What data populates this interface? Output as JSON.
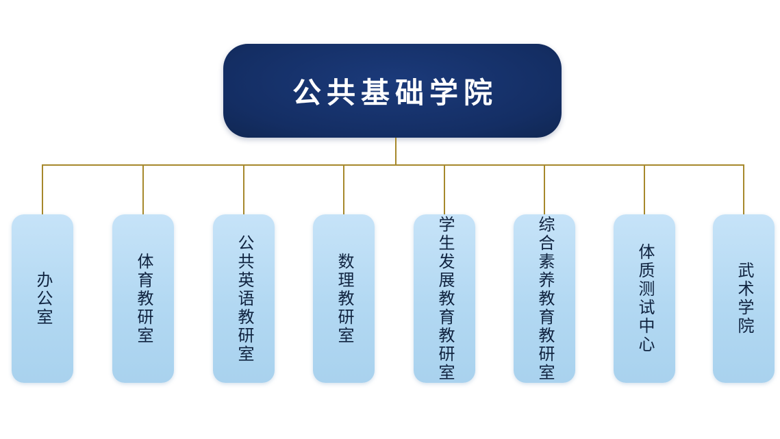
{
  "diagram": {
    "type": "org-chart",
    "root": {
      "label": "公共基础学院"
    },
    "children": [
      {
        "label": "办公室"
      },
      {
        "label": "体育教研室"
      },
      {
        "label": "公共英语教研室"
      },
      {
        "label": "数理教研室"
      },
      {
        "label": "学生发展教育教研室"
      },
      {
        "label": "综合素养教育教研室"
      },
      {
        "label": "体质测试中心"
      },
      {
        "label": "武术学院"
      }
    ],
    "colors": {
      "background": "#ffffff",
      "root_bg": "#142e64",
      "root_text": "#ffffff",
      "child_bg": "#b2d8f2",
      "child_text": "#10233f",
      "connector": "#a6882b"
    }
  }
}
